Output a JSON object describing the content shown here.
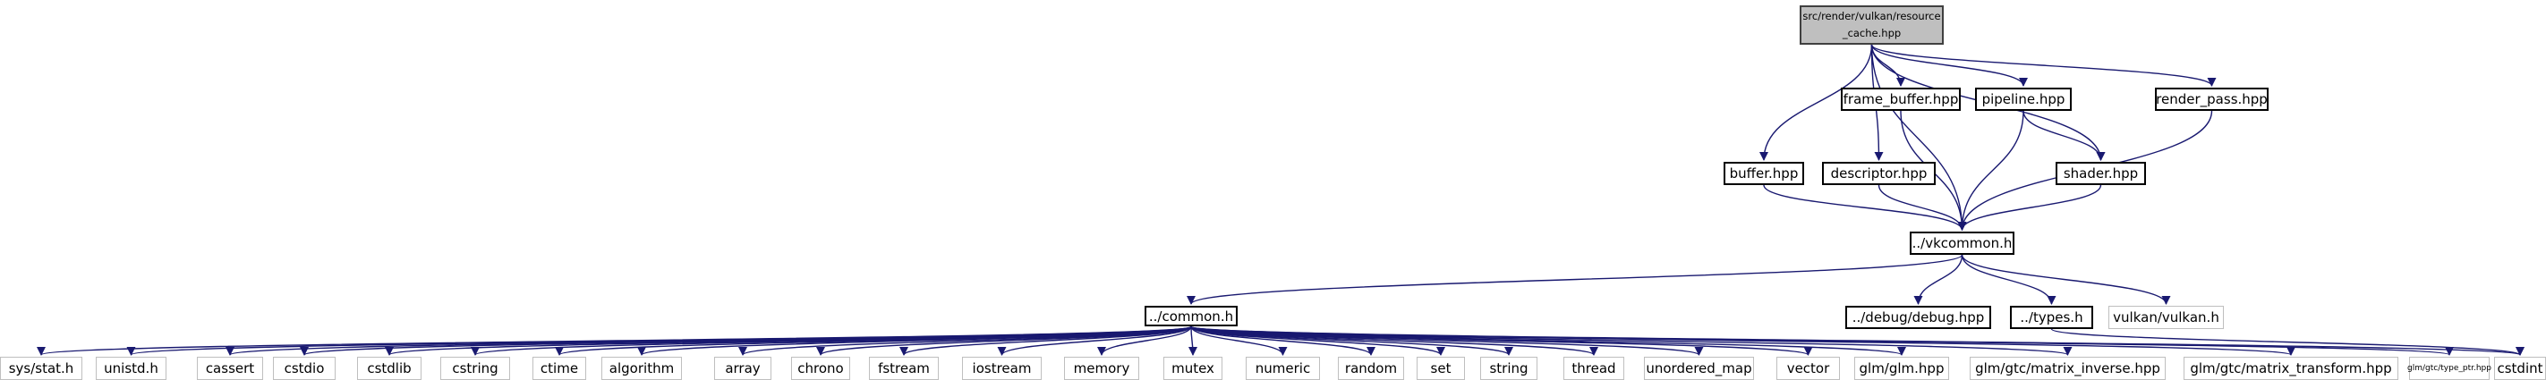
{
  "graph": {
    "edge_color": "#191970",
    "nodes": [
      {
        "id": "root",
        "line1": "src/render/vulkan/resource",
        "line2": "_cache.hpp",
        "kind": "root"
      },
      {
        "id": "frame_buffer",
        "label": "frame_buffer.hpp",
        "kind": "file"
      },
      {
        "id": "pipeline",
        "label": "pipeline.hpp",
        "kind": "file"
      },
      {
        "id": "render_pass",
        "label": "render_pass.hpp",
        "kind": "file"
      },
      {
        "id": "buffer",
        "label": "buffer.hpp",
        "kind": "file"
      },
      {
        "id": "descriptor",
        "label": "descriptor.hpp",
        "kind": "file"
      },
      {
        "id": "shader",
        "label": "shader.hpp",
        "kind": "file"
      },
      {
        "id": "vkcommon",
        "label": "../vkcommon.h",
        "kind": "file"
      },
      {
        "id": "common",
        "label": "../common.h",
        "kind": "file"
      },
      {
        "id": "debug",
        "label": "../debug/debug.hpp",
        "kind": "file"
      },
      {
        "id": "types",
        "label": "../types.h",
        "kind": "file"
      },
      {
        "id": "vulkan",
        "label": "vulkan/vulkan.h",
        "kind": "ext"
      },
      {
        "id": "sys_stat",
        "label": "sys/stat.h",
        "kind": "ext"
      },
      {
        "id": "unistd",
        "label": "unistd.h",
        "kind": "ext"
      },
      {
        "id": "cassert",
        "label": "cassert",
        "kind": "ext"
      },
      {
        "id": "cstdio",
        "label": "cstdio",
        "kind": "ext"
      },
      {
        "id": "cstdlib",
        "label": "cstdlib",
        "kind": "ext"
      },
      {
        "id": "cstring",
        "label": "cstring",
        "kind": "ext"
      },
      {
        "id": "ctime",
        "label": "ctime",
        "kind": "ext"
      },
      {
        "id": "algorithm",
        "label": "algorithm",
        "kind": "ext"
      },
      {
        "id": "array",
        "label": "array",
        "kind": "ext"
      },
      {
        "id": "chrono",
        "label": "chrono",
        "kind": "ext"
      },
      {
        "id": "fstream",
        "label": "fstream",
        "kind": "ext"
      },
      {
        "id": "iostream",
        "label": "iostream",
        "kind": "ext"
      },
      {
        "id": "memory",
        "label": "memory",
        "kind": "ext"
      },
      {
        "id": "mutex",
        "label": "mutex",
        "kind": "ext"
      },
      {
        "id": "numeric",
        "label": "numeric",
        "kind": "ext"
      },
      {
        "id": "random",
        "label": "random",
        "kind": "ext"
      },
      {
        "id": "set",
        "label": "set",
        "kind": "ext"
      },
      {
        "id": "string",
        "label": "string",
        "kind": "ext"
      },
      {
        "id": "thread",
        "label": "thread",
        "kind": "ext"
      },
      {
        "id": "unordered_map",
        "label": "unordered_map",
        "kind": "ext"
      },
      {
        "id": "vector",
        "label": "vector",
        "kind": "ext"
      },
      {
        "id": "glm",
        "label": "glm/glm.hpp",
        "kind": "ext"
      },
      {
        "id": "matrix_inverse",
        "label": "glm/gtc/matrix_inverse.hpp",
        "kind": "ext"
      },
      {
        "id": "matrix_transform",
        "label": "glm/gtc/matrix_transform.hpp",
        "kind": "ext"
      },
      {
        "id": "type_ptr",
        "label": "glm/gtc/type_ptr.hpp",
        "kind": "ext"
      },
      {
        "id": "cstdint",
        "label": "cstdint",
        "kind": "ext"
      }
    ],
    "edges": [
      [
        "root",
        "frame_buffer"
      ],
      [
        "root",
        "pipeline"
      ],
      [
        "root",
        "render_pass"
      ],
      [
        "root",
        "buffer"
      ],
      [
        "root",
        "descriptor"
      ],
      [
        "root",
        "shader"
      ],
      [
        "root",
        "vkcommon"
      ],
      [
        "frame_buffer",
        "vkcommon"
      ],
      [
        "pipeline",
        "vkcommon"
      ],
      [
        "pipeline",
        "shader"
      ],
      [
        "render_pass",
        "vkcommon"
      ],
      [
        "buffer",
        "vkcommon"
      ],
      [
        "descriptor",
        "vkcommon"
      ],
      [
        "shader",
        "vkcommon"
      ],
      [
        "vkcommon",
        "common"
      ],
      [
        "vkcommon",
        "debug"
      ],
      [
        "vkcommon",
        "types"
      ],
      [
        "vkcommon",
        "vulkan"
      ],
      [
        "types",
        "cstdint"
      ],
      [
        "common",
        "sys_stat"
      ],
      [
        "common",
        "unistd"
      ],
      [
        "common",
        "cassert"
      ],
      [
        "common",
        "cstdio"
      ],
      [
        "common",
        "cstdlib"
      ],
      [
        "common",
        "cstring"
      ],
      [
        "common",
        "ctime"
      ],
      [
        "common",
        "algorithm"
      ],
      [
        "common",
        "array"
      ],
      [
        "common",
        "chrono"
      ],
      [
        "common",
        "fstream"
      ],
      [
        "common",
        "iostream"
      ],
      [
        "common",
        "memory"
      ],
      [
        "common",
        "mutex"
      ],
      [
        "common",
        "numeric"
      ],
      [
        "common",
        "random"
      ],
      [
        "common",
        "set"
      ],
      [
        "common",
        "string"
      ],
      [
        "common",
        "thread"
      ],
      [
        "common",
        "unordered_map"
      ],
      [
        "common",
        "vector"
      ],
      [
        "common",
        "glm"
      ],
      [
        "common",
        "matrix_inverse"
      ],
      [
        "common",
        "matrix_transform"
      ],
      [
        "common",
        "type_ptr"
      ],
      [
        "common",
        "cstdint"
      ]
    ]
  }
}
